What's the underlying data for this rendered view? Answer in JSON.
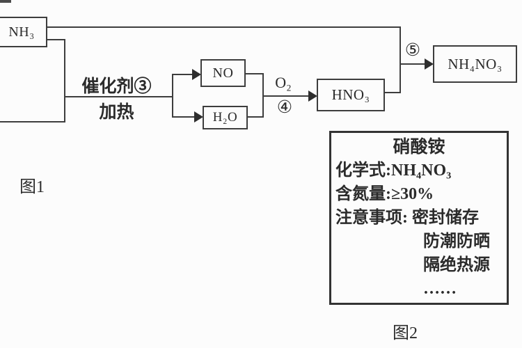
{
  "figure1": {
    "caption": "图1",
    "nodes": {
      "nh3": "NH₃",
      "no": "NO",
      "h2o": "H₂O",
      "hno3": "HNO₃",
      "nh4no3": "NH₄NO₃"
    },
    "edge_labels": {
      "catalyst": "催化剂③",
      "heating": "加热",
      "o2": "O₂",
      "step4": "④",
      "step5": "⑤"
    }
  },
  "figure2": {
    "caption": "图2",
    "label_card": {
      "title": "硝酸铵",
      "lines": [
        "化学式:NH₄NO₃",
        "含氮量:≥30%",
        "注意事项: 密封储存",
        "防潮防晒",
        "隔绝热源",
        "……"
      ]
    }
  },
  "colors": {
    "ink": "#3d3d3d",
    "background": "#fcfcfc"
  }
}
